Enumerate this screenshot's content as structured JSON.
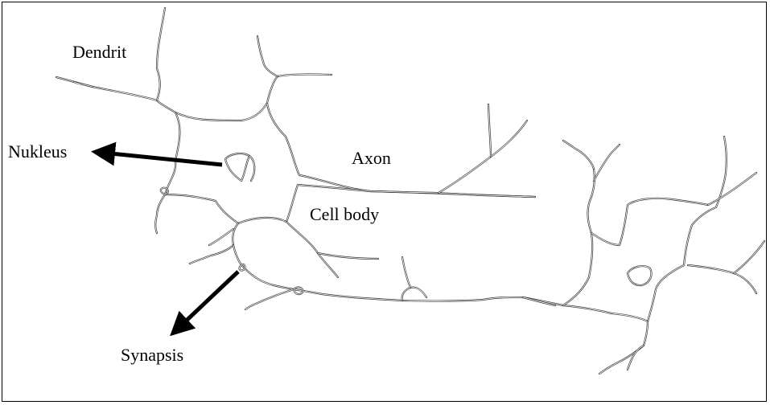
{
  "diagram": {
    "labels": {
      "dendrit": "Dendrit",
      "nukleus": "Nukleus",
      "axon": "Axon",
      "cell_body": "Cell body",
      "synapsis": "Synapsis"
    },
    "colors": {
      "line": "#3a3a3a",
      "arrow": "#000000",
      "background": "#ffffff"
    }
  }
}
